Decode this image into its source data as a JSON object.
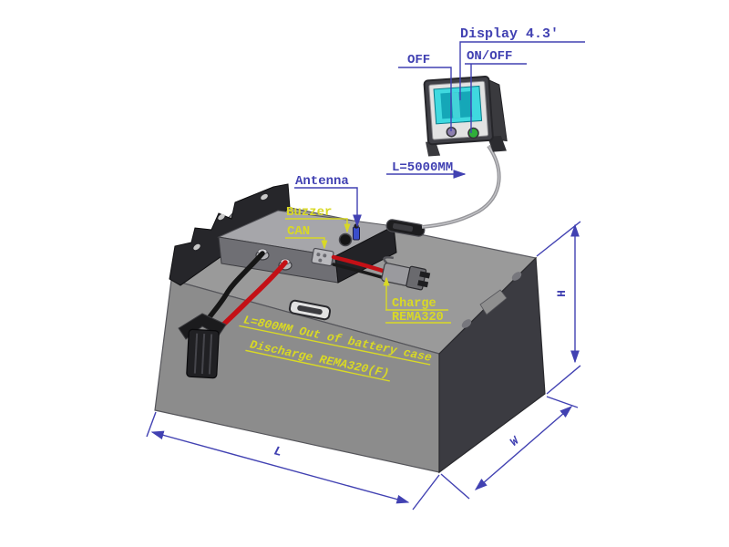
{
  "labels": {
    "display": "Display 4.3'",
    "off": "OFF",
    "on_off": "ON/OFF",
    "display_cable_length": "L=5000MM",
    "antenna": "Antenna",
    "buzzer": "Buzzer",
    "can": "CAN",
    "charge_line1": "Charge",
    "charge_line2": "REMA320",
    "cable_out": "L=800MM Out of battery case",
    "discharge": "Discharge REMA320(F)",
    "dim_height": "H",
    "dim_width": "W",
    "dim_length": "L"
  },
  "colors": {
    "leader_blue": "#4141b2",
    "label_yellow": "#d9d925",
    "case_top": "#9a9a9a",
    "case_front": "#8c8c8c",
    "case_side": "#3b3b41",
    "bracket_black": "#26262a",
    "screen": "#3fd9df",
    "screen_inner": "#15a7b8",
    "cable_red": "#c41016",
    "cable_black": "#161616",
    "button_on_green": "#2fae3a",
    "button_off_purple": "#8d7fae"
  }
}
